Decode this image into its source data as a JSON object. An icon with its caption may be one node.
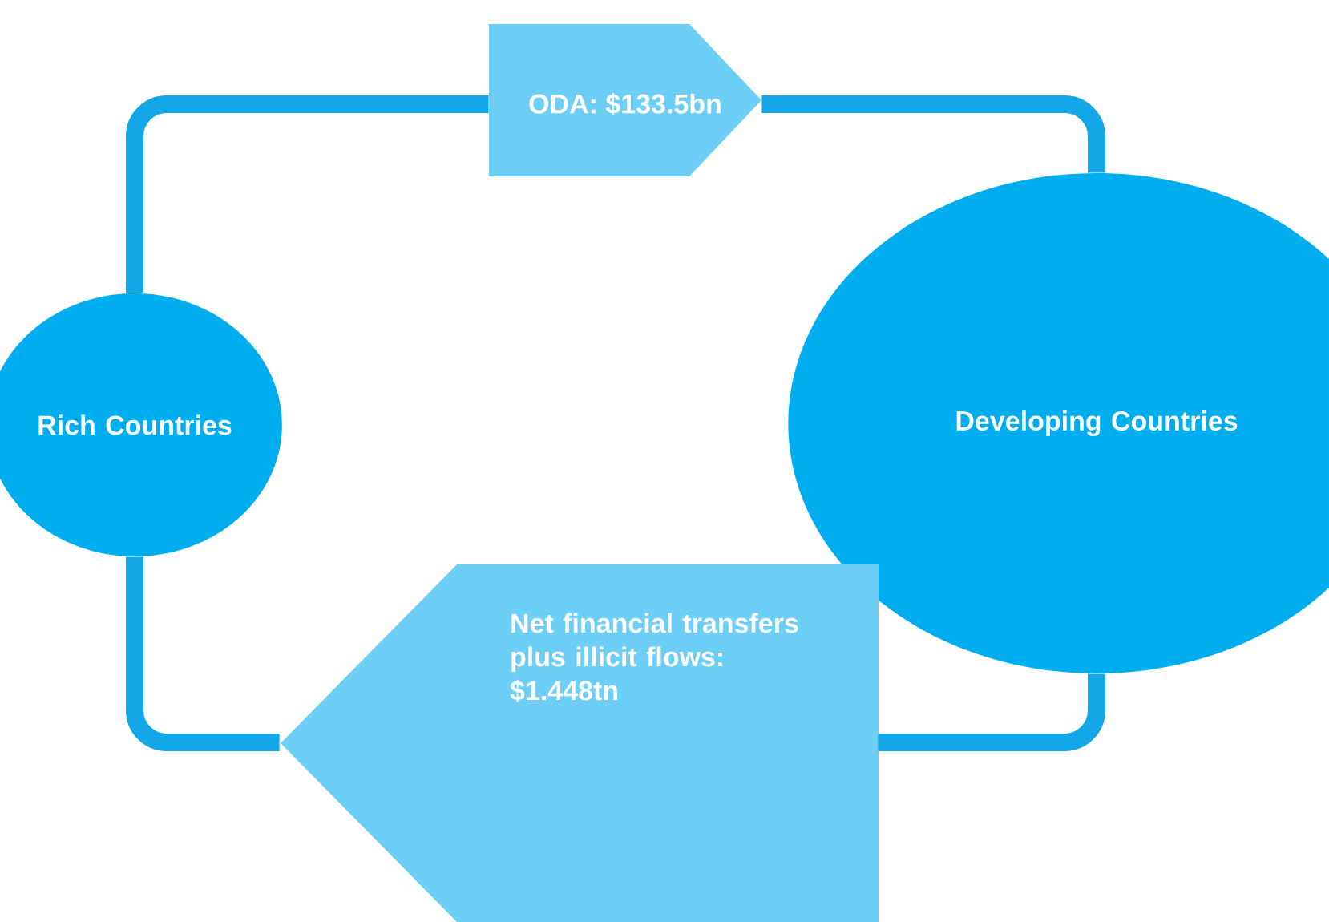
{
  "diagram": {
    "nodes": [
      {
        "text": [
          "Rich Countries"
        ]
      },
      {
        "text": [
          "Developing Countries"
        ]
      },
      {
        "text": [
          "ODA: $133.5bn"
        ]
      },
      {
        "text": [
          "Net financial transfers plus illicit flows: $1.448tn"
        ]
      }
    ],
    "edges": [
      {
        "from": 0,
        "to": 2,
        "arrow": "none"
      },
      {
        "from": 2,
        "to": 1,
        "arrow": "none"
      },
      {
        "from": 1,
        "to": 3,
        "arrow": "none"
      },
      {
        "from": 3,
        "to": 0,
        "arrow": "none"
      }
    ]
  }
}
